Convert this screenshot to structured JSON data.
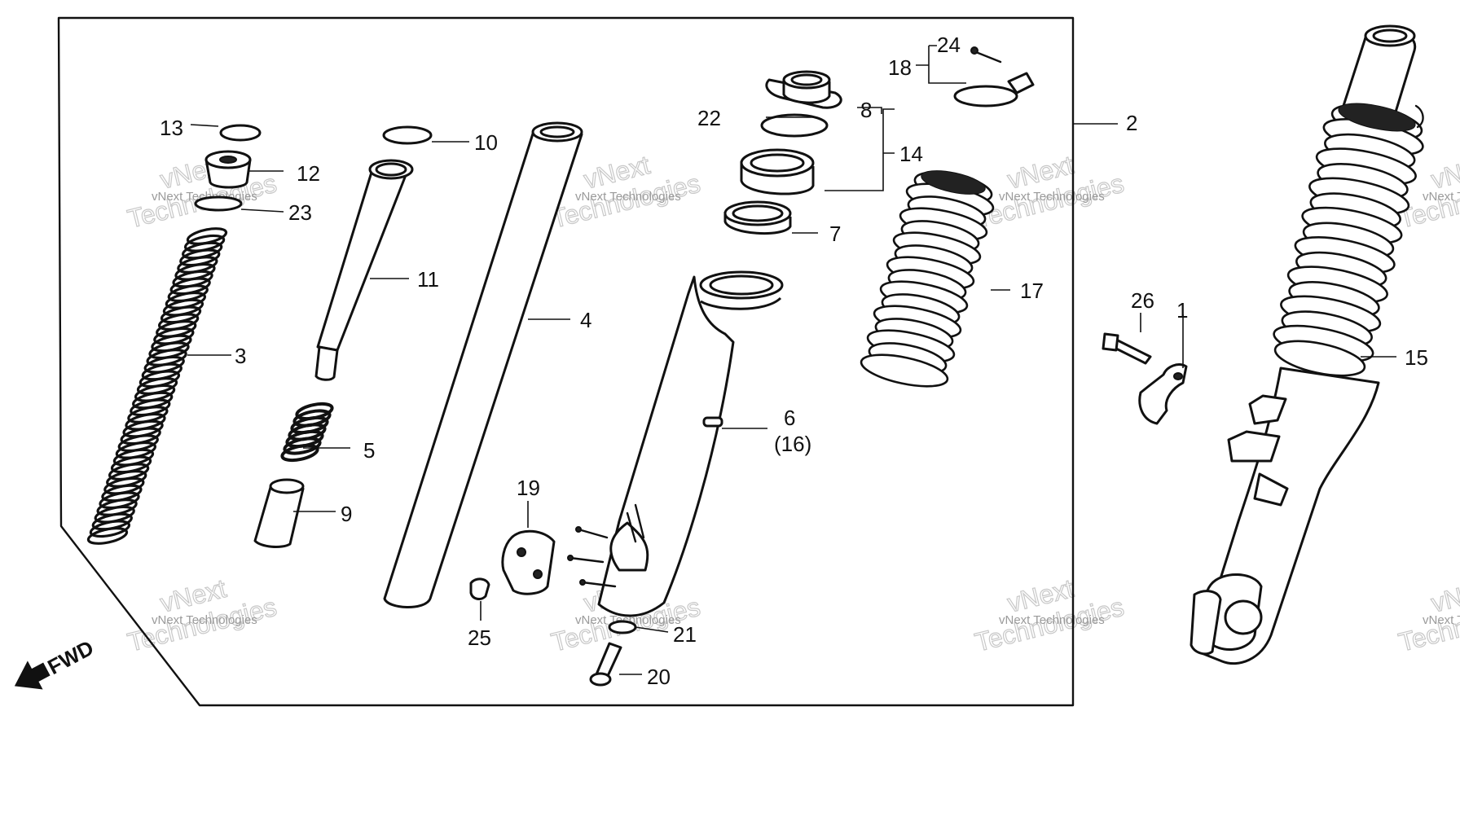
{
  "diagram": {
    "labels": {
      "p1": "1",
      "p2": "2",
      "p3": "3",
      "p4": "4",
      "p5": "5",
      "p6": "6",
      "p6b": "(16)",
      "p7": "7",
      "p8": "8",
      "p9": "9",
      "p10": "10",
      "p11": "11",
      "p12": "12",
      "p13": "13",
      "p14": "14",
      "p15": "15",
      "p17": "17",
      "p18": "18",
      "p19": "19",
      "p20": "20",
      "p21": "21",
      "p22": "22",
      "p23": "23",
      "p24": "24",
      "p25": "25",
      "p26": "26"
    },
    "fwd_label": "FWD",
    "watermark": {
      "line1": "vNext Technologies",
      "line2a": "vNext",
      "line2b": "Technologies"
    }
  }
}
